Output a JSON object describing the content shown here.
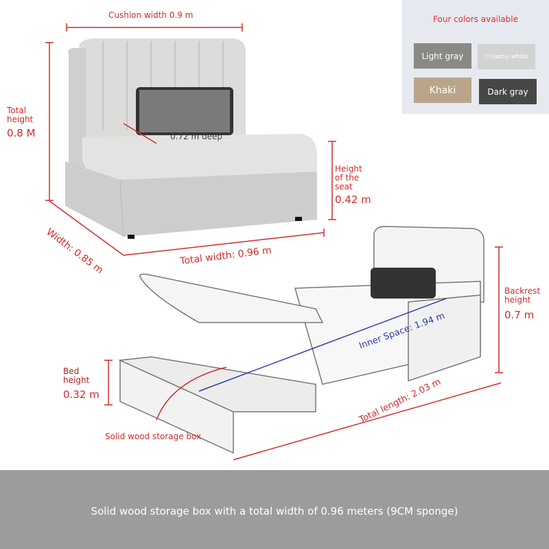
{
  "colors": {
    "title": "Four colors available",
    "options": [
      {
        "label": "Light gray",
        "swatch": "#8b8986"
      },
      {
        "label": "Creamy-white",
        "swatch": "#d3d3d3"
      },
      {
        "label": "Khaki",
        "swatch": "#b9a68a"
      },
      {
        "label": "Dark gray",
        "swatch": "#474747"
      }
    ]
  },
  "dimensions": {
    "cushion_width": "Cushion width 0.9 m",
    "total_height_label": "Total height",
    "total_height_value": "0.8 M",
    "deep": "0.72 m deep",
    "seat_height_label": "Height of the seat",
    "seat_height_value": "0.42 m",
    "width": "Width: 0.85 m",
    "total_width": "Total width: 0.96 m",
    "backrest_label": "Backrest height",
    "backrest_value": "0.7 m",
    "inner_space": "Inner Space: 1.94 m",
    "bed_height_label": "Bed height",
    "bed_height_value": "0.32 m",
    "total_length": "Total length: 2.03 m",
    "storage": "Solid wood storage box"
  },
  "footer": "Solid wood storage box with a total width of 0.96 meters (9CM sponge)",
  "accent": "#d42a2a"
}
